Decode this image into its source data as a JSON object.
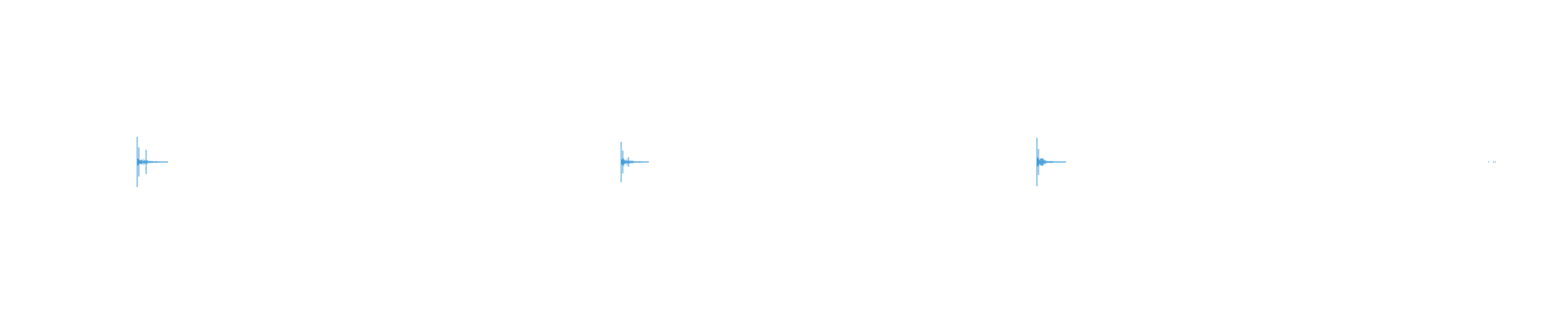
{
  "waveform": {
    "color": "#3d9ad8",
    "background": "#ffffff",
    "peaks": [
      {
        "name": "transient-1"
      },
      {
        "name": "transient-2"
      },
      {
        "name": "transient-3"
      },
      {
        "name": "transient-4"
      }
    ]
  }
}
